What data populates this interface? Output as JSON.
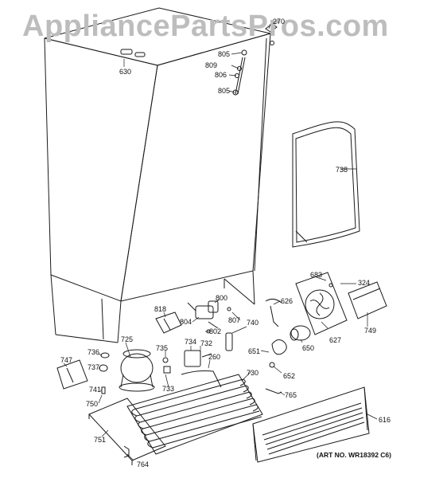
{
  "watermark": "AppliancePartsPros.com",
  "art_number": "(ART NO. WR18392 C6)",
  "callouts": {
    "c270": "270",
    "c630": "630",
    "c805a": "805",
    "c809": "809",
    "c806": "806",
    "c805b": "805",
    "c738": "738",
    "c683": "683",
    "c324": "324",
    "c626": "626",
    "c800": "800",
    "c818": "818",
    "c804": "804",
    "c807": "807",
    "c740": "740",
    "c802": "802",
    "c627": "627",
    "c749": "749",
    "c650": "650",
    "c651": "651",
    "c652": "652",
    "c725": "725",
    "c734": "734",
    "c732": "732",
    "c735": "735",
    "c260": "260",
    "c736": "736",
    "c747": "747",
    "c737": "737",
    "c733": "733",
    "c730": "730",
    "c765": "765",
    "c741": "741",
    "c750": "750",
    "c616": "616",
    "c751": "751",
    "c764": "764"
  },
  "colors": {
    "line": "#1a1a1a",
    "watermark": "#bdbdbd",
    "background": "#ffffff"
  }
}
